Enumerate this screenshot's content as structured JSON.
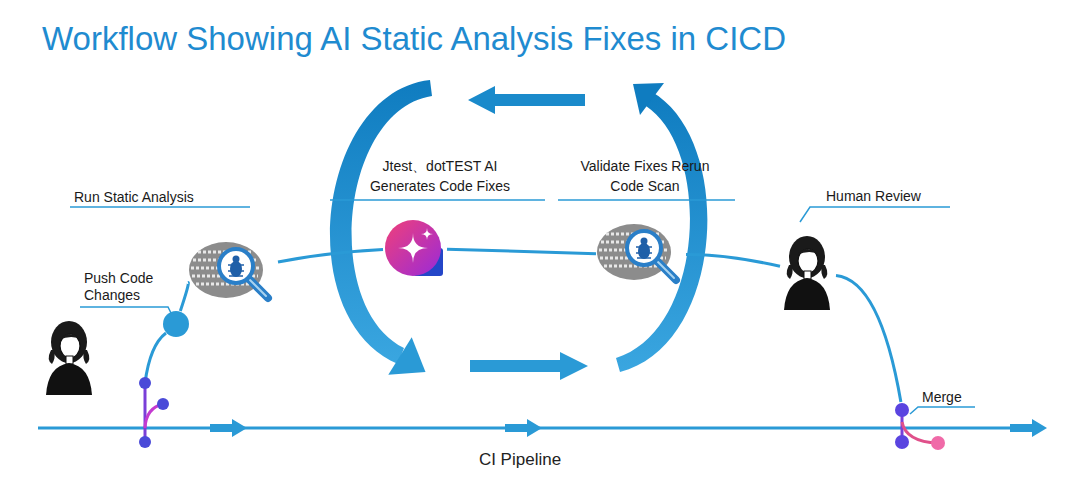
{
  "diagram": {
    "title": "Workflow Showing AI Static Analysis Fixes in CICD",
    "nodes": [
      {
        "text": [
          "Push Code Changes"
        ]
      },
      {
        "text": [
          "Run Static Analysis"
        ]
      },
      {
        "text": [
          "Jtest、dotTEST AI Generates Code Fixes"
        ]
      },
      {
        "text": [
          "Validate Fixes Rerun Code Scan"
        ]
      },
      {
        "text": [
          "Human Review"
        ]
      },
      {
        "text": [
          "Merge"
        ]
      }
    ],
    "edges": [
      {
        "from": 0,
        "to": 1,
        "arrow": "none"
      },
      {
        "from": 1,
        "to": 2,
        "arrow": "none"
      },
      {
        "from": 2,
        "to": 3,
        "arrow": "none"
      },
      {
        "from": 3,
        "to": 4,
        "arrow": "none"
      },
      {
        "from": 4,
        "to": 5,
        "arrow": "none"
      }
    ],
    "labels": [
      "CI Pipeline"
    ]
  }
}
